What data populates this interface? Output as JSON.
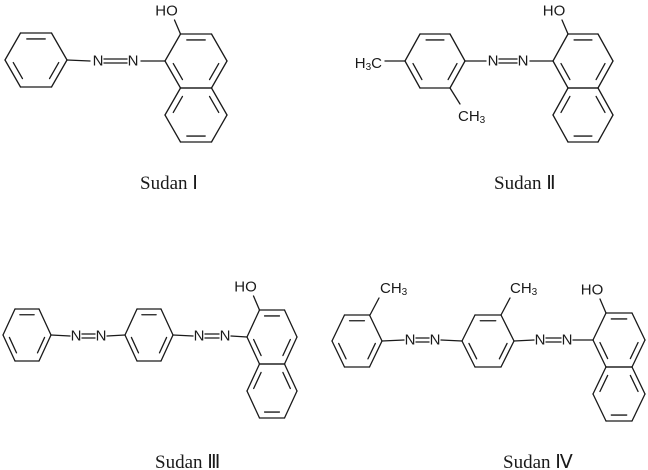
{
  "captions": {
    "sudan_1": "Sudan Ⅰ",
    "sudan_2": "Sudan Ⅱ",
    "sudan_3": "Sudan Ⅲ",
    "sudan_4": "Sudan Ⅳ"
  },
  "atom_labels": {
    "hydroxyl": "HO",
    "nitrogen": "N",
    "methyl": [
      "CH",
      "3"
    ],
    "methyl_left": [
      "H",
      "3",
      "C"
    ]
  },
  "colors": {
    "ink": "#1a1a1a",
    "background": "#ffffff"
  }
}
